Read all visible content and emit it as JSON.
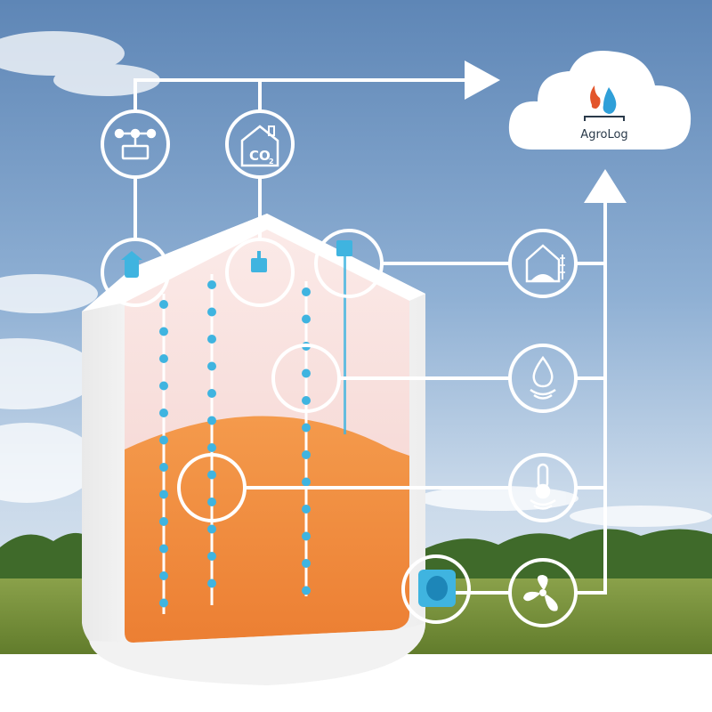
{
  "cloud": {
    "brand_label": "AgroLog",
    "brand_icon": "flame-and-drop-icon"
  },
  "sensors": {
    "weather_station": {
      "icon": "weather-station-icon"
    },
    "co2": {
      "icon": "co2-sensor-icon",
      "label": "CO",
      "subscript": "2"
    },
    "level": {
      "icon": "grain-level-icon"
    },
    "moisture": {
      "icon": "moisture-sensor-icon"
    },
    "temperature": {
      "icon": "temperature-sensor-icon"
    },
    "fan": {
      "icon": "fan-icon"
    }
  },
  "colors": {
    "grain": "#f08a3c",
    "sensor_blue": "#3fb4e0",
    "silo_wall": "#f4f4f4",
    "silo_inner": "#f7d9d6",
    "line": "#ffffff"
  }
}
